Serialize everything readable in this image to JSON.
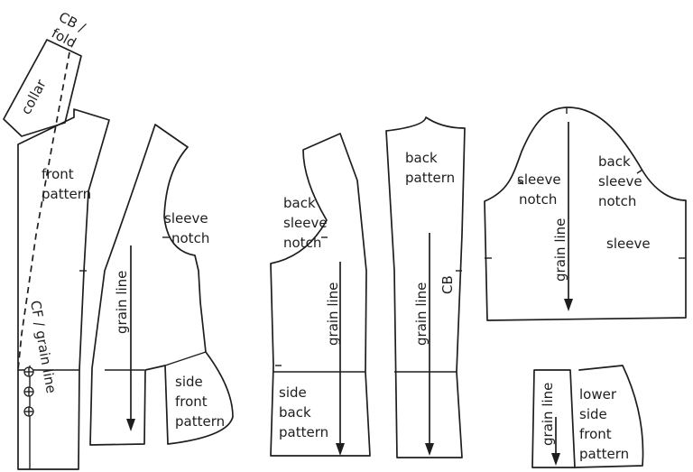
{
  "labels": {
    "cb_fold_1": "CB /",
    "cb_fold_2": "fold",
    "collar": "collar",
    "front_pattern_1": "front",
    "front_pattern_2": "pattern",
    "cf_grain_line": "CF / grain line",
    "side_front_sleeve_notch_1": "sleeve",
    "side_front_sleeve_notch_2": "notch",
    "side_front_grain_line": "grain line",
    "side_front_pattern_1": "side",
    "side_front_pattern_2": "front",
    "side_front_pattern_3": "pattern",
    "side_back_sleeve_notch_1": "back",
    "side_back_sleeve_notch_2": "sleeve",
    "side_back_sleeve_notch_3": "notch",
    "side_back_grain_line": "grain line",
    "side_back_pattern_1": "side",
    "side_back_pattern_2": "back",
    "side_back_pattern_3": "pattern",
    "back_pattern_1": "back",
    "back_pattern_2": "pattern",
    "back_grain_line": "grain line",
    "back_cb": "CB",
    "sleeve_front_notch_1": "sleeve",
    "sleeve_front_notch_2": "notch",
    "sleeve_back_notch_1": "back",
    "sleeve_back_notch_2": "sleeve",
    "sleeve_back_notch_3": "notch",
    "sleeve_grain_line": "grain line",
    "sleeve_label": "sleeve",
    "lower_grain_line": "grain line",
    "lower_side_front_1": "lower",
    "lower_side_front_2": "side",
    "lower_side_front_3": "front",
    "lower_side_front_4": "pattern"
  },
  "colors": {
    "line": "#1e1e1e",
    "background": "#ffffff"
  }
}
